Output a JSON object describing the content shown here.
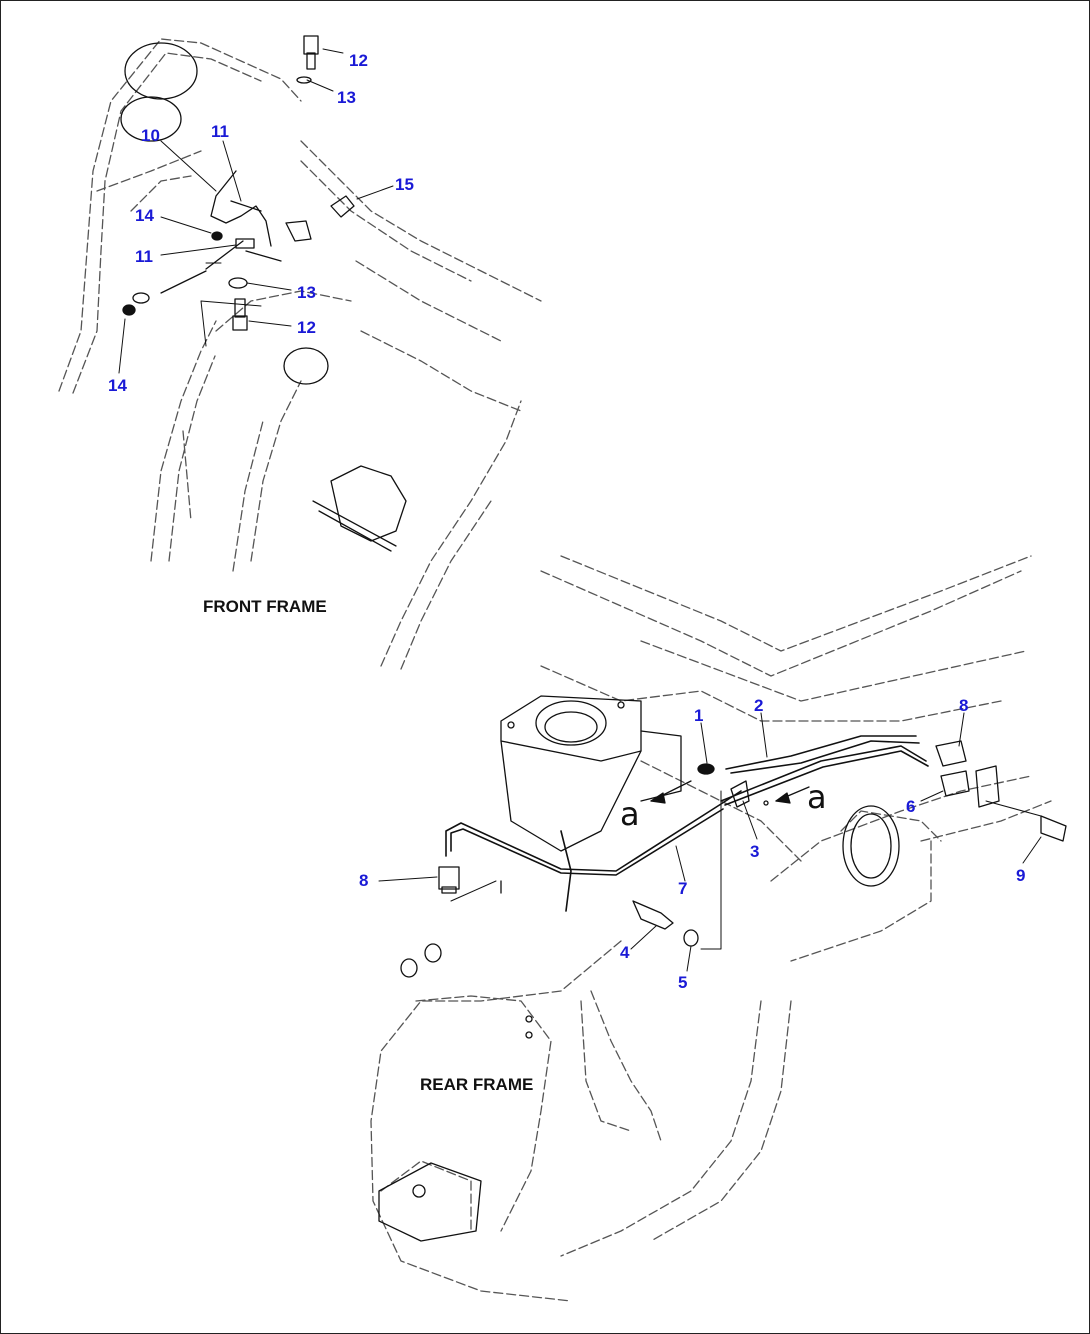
{
  "colors": {
    "callout": "#1a1ad6",
    "line": "#111111",
    "dashed": "#555555"
  },
  "captions": {
    "front": "FRONT FRAME",
    "rear": "REAR FRAME"
  },
  "view_marker": "a",
  "callouts": [
    "12",
    "13",
    "10",
    "11",
    "15",
    "14",
    "11",
    "13",
    "12",
    "14",
    "1",
    "2",
    "8",
    "6",
    "3",
    "7",
    "8",
    "9",
    "4",
    "5"
  ]
}
